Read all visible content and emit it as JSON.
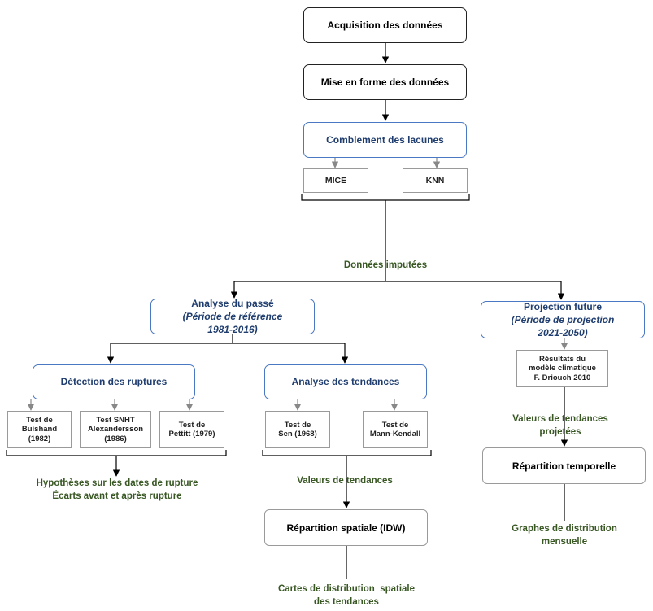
{
  "nodes": {
    "acquisition": "Acquisition des données",
    "mise_en_forme": "Mise en forme des données",
    "comblement": "Comblement des lacunes",
    "mice": "MICE",
    "knn": "KNN",
    "donnees_imputees": "Données imputées",
    "analyse_passe": {
      "title": "Analyse du passé",
      "subtitle1": "(Période de référence",
      "subtitle2": "1981-2016)"
    },
    "projection_future": {
      "title": "Projection future",
      "subtitle1": "(Période de projection",
      "subtitle2": "2021-2050)"
    },
    "detection_ruptures": "Détection des ruptures",
    "analyse_tendances": "Analyse des tendances",
    "test_buishand": [
      "Test de",
      "Buishand",
      "(1982)"
    ],
    "test_snht": [
      "Test SNHT",
      "Alexandersson",
      "(1986)"
    ],
    "test_pettitt": [
      "Test de",
      "Pettitt (1979)"
    ],
    "test_sen": [
      "Test de",
      "Sen (1968)"
    ],
    "test_mk": [
      "Test de",
      "Mann-Kendall"
    ],
    "resultats_modele": [
      "Résultats du",
      "modèle climatique",
      "F. Driouch 2010"
    ],
    "hypotheses": [
      "Hypothèses sur les dates de rupture",
      "Écarts avant et après rupture"
    ],
    "valeurs_tendances": "Valeurs de tendances",
    "repartition_spatiale": "Répartition spatiale (IDW)",
    "cartes": [
      "Cartes de distribution  spatiale",
      "des tendances"
    ],
    "valeurs_projetees": [
      "Valeurs de tendances",
      "projetées"
    ],
    "repartition_temporelle": "Répartition temporelle",
    "graphes": [
      "Graphes de distribution",
      "mensuelle"
    ]
  },
  "colors": {
    "box_border": "#222222",
    "blue_border": "#4a78c2",
    "blue_text": "#1f3d6e",
    "grey_border": "#9a9a9a",
    "green_text": "#385723",
    "arrow_black": "#000000",
    "arrow_grey": "#888888"
  }
}
